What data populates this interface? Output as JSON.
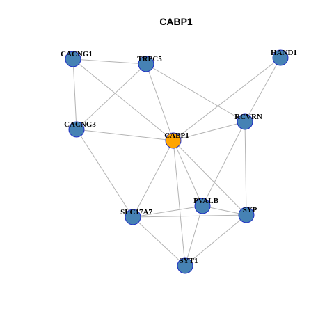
{
  "title": "CABP1",
  "colors": {
    "node_default": "#4682b4",
    "node_focus": "#ffa500",
    "node_border": "#1f2ec4",
    "edge": "#b3b3b3"
  },
  "nodes": [
    {
      "id": "CACNG1",
      "label": "CACNG1",
      "focus": false
    },
    {
      "id": "TRPC5",
      "label": "TRPC5",
      "focus": false
    },
    {
      "id": "HAND1",
      "label": "HAND1",
      "focus": false
    },
    {
      "id": "CACNG3",
      "label": "CACNG3",
      "focus": false
    },
    {
      "id": "RCVRN",
      "label": "RCVRN",
      "focus": false
    },
    {
      "id": "CABP1",
      "label": "CABP1",
      "focus": true
    },
    {
      "id": "SLC17A7",
      "label": "SLC17A7",
      "focus": false
    },
    {
      "id": "PVALB",
      "label": "PVALB",
      "focus": false
    },
    {
      "id": "SYP",
      "label": "SYP",
      "focus": false
    },
    {
      "id": "SYT1",
      "label": "SYT1",
      "focus": false
    }
  ],
  "edges": [
    [
      "CACNG1",
      "TRPC5"
    ],
    [
      "CACNG1",
      "CACNG3"
    ],
    [
      "CACNG1",
      "CABP1"
    ],
    [
      "TRPC5",
      "CACNG3"
    ],
    [
      "TRPC5",
      "CABP1"
    ],
    [
      "TRPC5",
      "RCVRN"
    ],
    [
      "HAND1",
      "CABP1"
    ],
    [
      "HAND1",
      "RCVRN"
    ],
    [
      "CACNG3",
      "CABP1"
    ],
    [
      "CACNG3",
      "SLC17A7"
    ],
    [
      "RCVRN",
      "CABP1"
    ],
    [
      "RCVRN",
      "PVALB"
    ],
    [
      "RCVRN",
      "SYP"
    ],
    [
      "CABP1",
      "SLC17A7"
    ],
    [
      "CABP1",
      "PVALB"
    ],
    [
      "CABP1",
      "SYP"
    ],
    [
      "CABP1",
      "SYT1"
    ],
    [
      "SLC17A7",
      "PVALB"
    ],
    [
      "SLC17A7",
      "SYP"
    ],
    [
      "SLC17A7",
      "SYT1"
    ],
    [
      "PVALB",
      "SYP"
    ],
    [
      "PVALB",
      "SYT1"
    ],
    [
      "SYP",
      "SYT1"
    ]
  ]
}
